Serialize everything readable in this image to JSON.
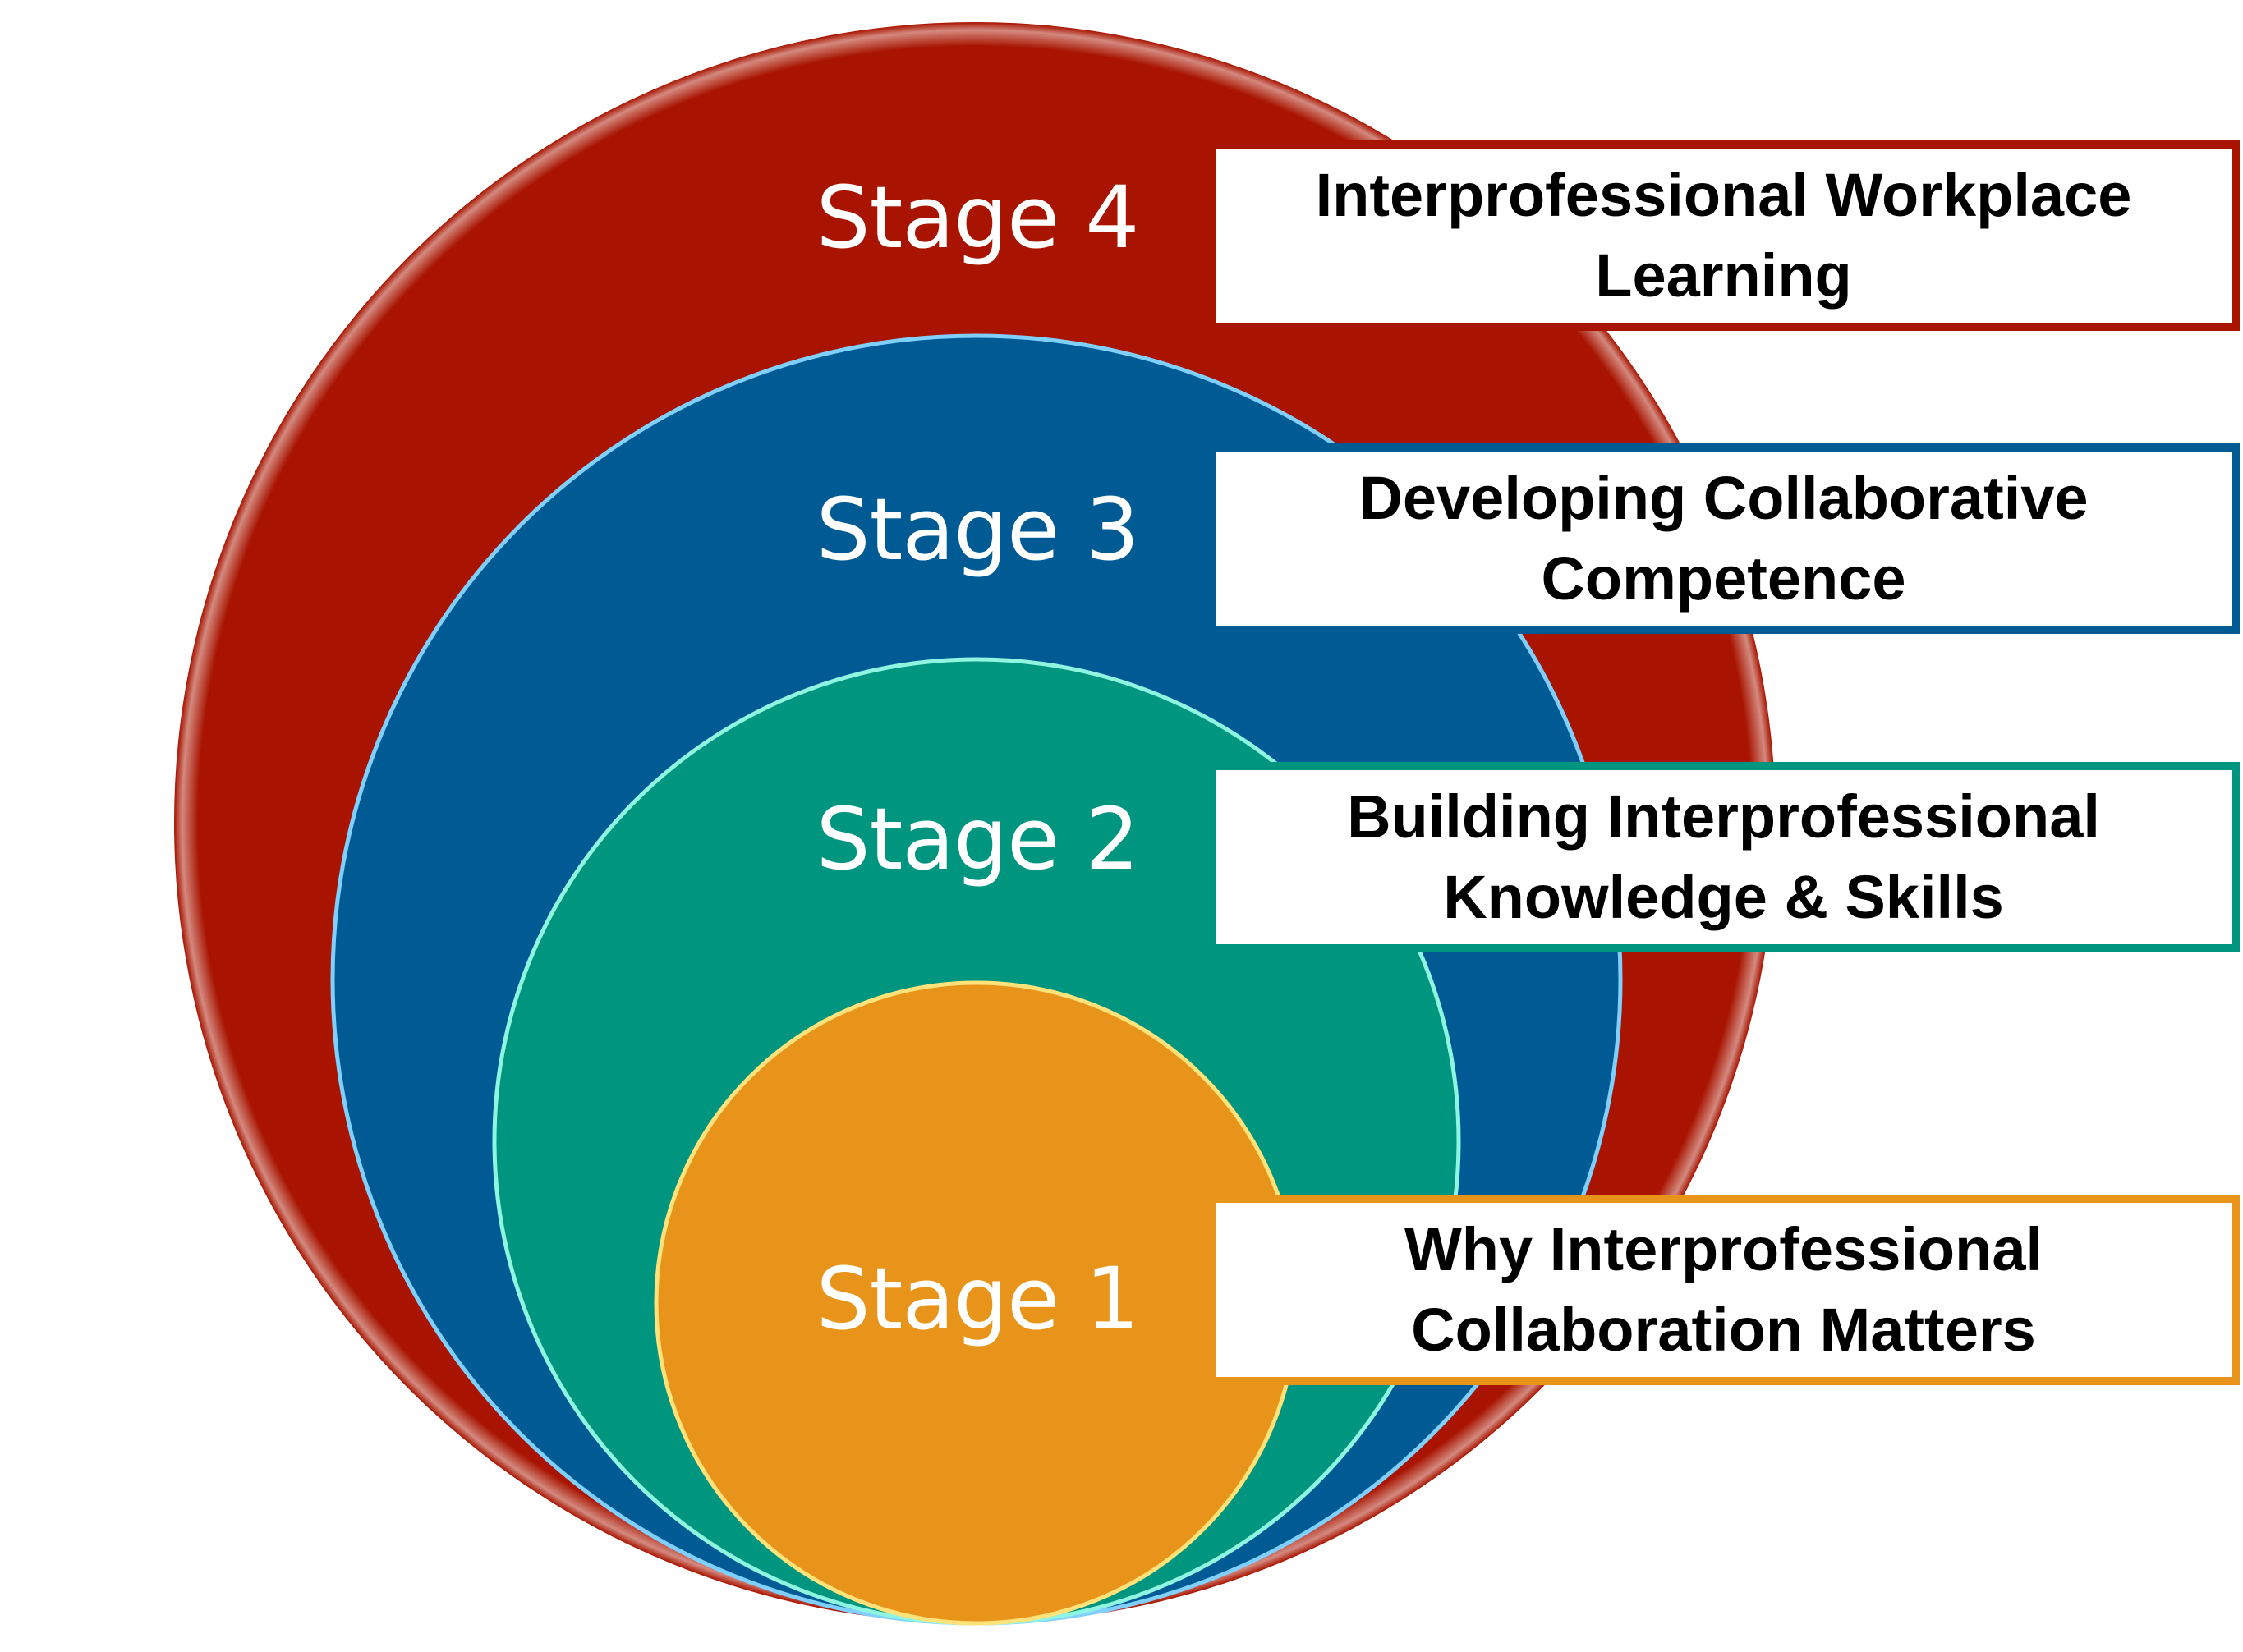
{
  "colors": {
    "stage4": "#A81400",
    "stage3": "#005A94",
    "stage2": "#00957E",
    "stage1": "#E8941A"
  },
  "stages": [
    {
      "label": "Stage 4",
      "description": "Interprofessional Workplace\nLearning"
    },
    {
      "label": "Stage 3",
      "description": "Developing Collaborative\nCompetence"
    },
    {
      "label": "Stage 2",
      "description": "Building Interprofessional\nKnowledge & Skills"
    },
    {
      "label": "Stage 1",
      "description": "Why Interprofessional\nCollaboration Matters"
    }
  ]
}
